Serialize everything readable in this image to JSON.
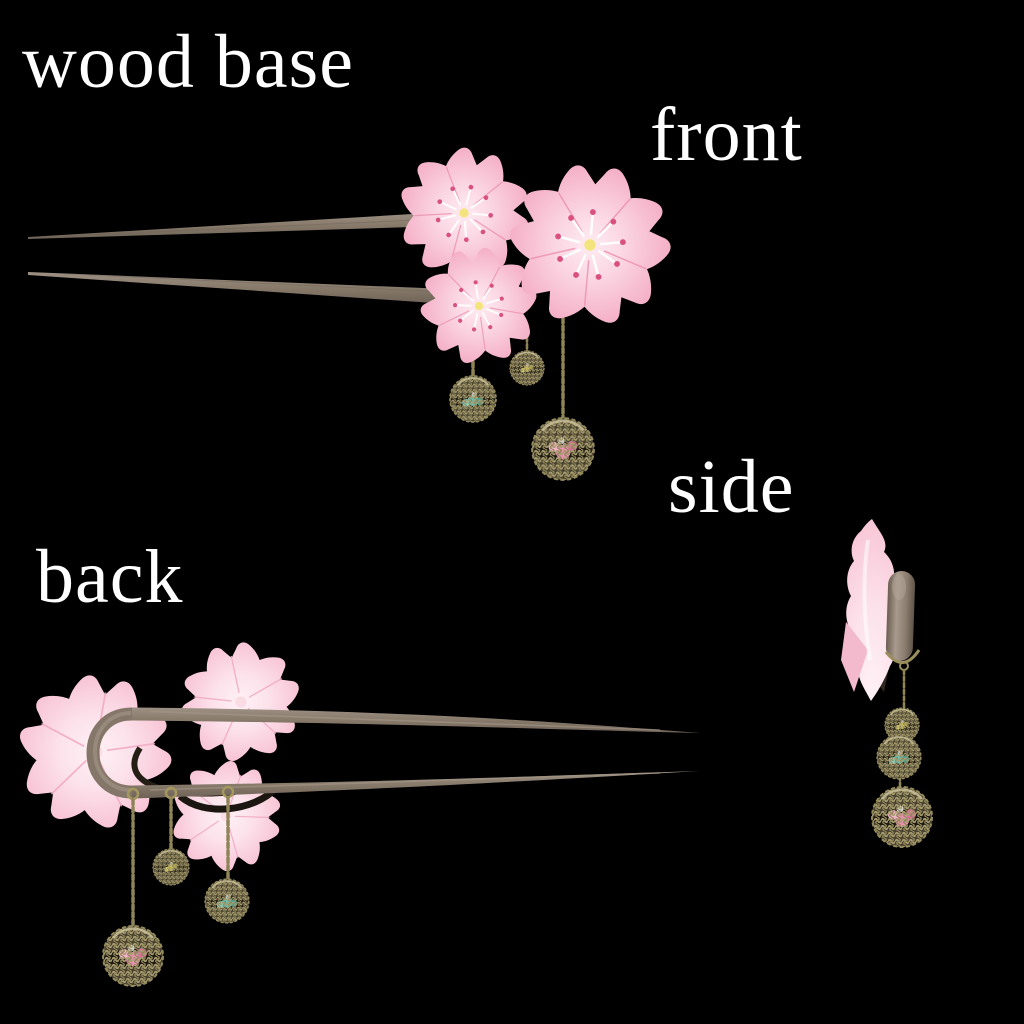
{
  "page": {
    "background_color": "#000000",
    "description_labels_color": "#ffffff"
  },
  "labels": {
    "wood_base": "wood base",
    "front": "front",
    "side": "side",
    "back": "back"
  },
  "palette": {
    "background": "#000000",
    "label_text": "#ffffff",
    "petal_pink": "#f4aec6",
    "petal_light": "#feeff5",
    "petal_back_pink": "#f8c3d4",
    "wood": "#857868",
    "wood_highlight": "#a09385",
    "wood_shadow": "#5f5347",
    "wire_gold": "#9a8e5c",
    "chain_gold": "#8f8457",
    "bead_teal": "#66bfae",
    "bead_pink": "#e98fb0",
    "bead_yellow": "#cfc353",
    "stamen_white": "#ffffff",
    "stamen_anther": "#d9527f",
    "flower_center_yellow": "#f4e47e"
  },
  "views": {
    "front": {
      "label": "front",
      "parts": [
        "two wood prongs",
        "three cherry blossoms",
        "three chained wire balls"
      ]
    },
    "back": {
      "label": "back",
      "parts": [
        "u-shaped wood pin",
        "three cherry blossoms from behind",
        "three chained wire balls"
      ]
    },
    "side": {
      "label": "side",
      "parts": [
        "petal profile",
        "pin bend end-on",
        "stacked wire balls"
      ]
    },
    "material_note": {
      "label": "wood base"
    }
  }
}
